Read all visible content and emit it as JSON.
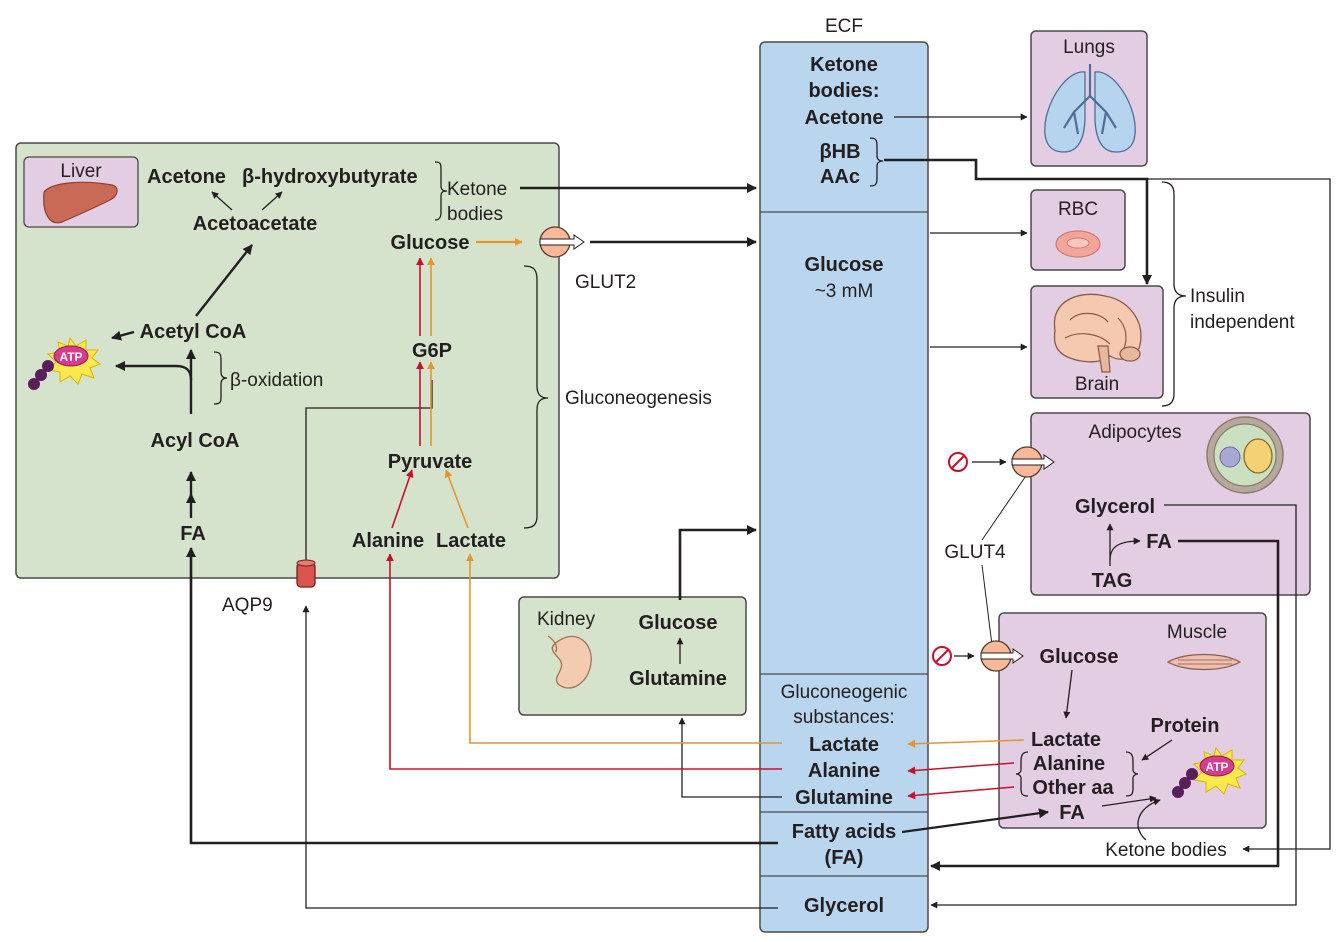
{
  "colors": {
    "green_panel": "#d6e3cc",
    "pink_panel": "#e3cde3",
    "ecf_blue": "#b9d6ee",
    "red_arrow": "#c8102e",
    "orange_arrow": "#e3962f",
    "atp_pink": "#d93a8e",
    "atp_yellow": "#fbe94b"
  },
  "ecf": {
    "title": "ECF",
    "ketone_header": "Ketone",
    "ketone_header2": "bodies:",
    "acetone": "Acetone",
    "bhb": "βHB",
    "aac": "AAc",
    "glucose": "Glucose",
    "glucose_conc": "~3 mM",
    "gluconeogenic1": "Gluconeogenic",
    "gluconeogenic2": "substances:",
    "lactate": "Lactate",
    "alanine": "Alanine",
    "glutamine": "Glutamine",
    "fatty_acids": "Fatty acids",
    "fa_abbr": "(FA)",
    "glycerol": "Glycerol"
  },
  "liver": {
    "label": "Liver",
    "acetone": "Acetone",
    "bhb": "β-hydroxybutyrate",
    "ketone_bodies1": "Ketone",
    "ketone_bodies2": "bodies",
    "acetoacetate": "Acetoacetate",
    "glucose": "Glucose",
    "glut2": "GLUT2",
    "acetyl_coa": "Acetyl CoA",
    "atp": "ATP",
    "beta_oxidation": "β-oxidation",
    "g6p": "G6P",
    "gluconeogenesis": "Gluconeogenesis",
    "acyl_coa": "Acyl CoA",
    "pyruvate": "Pyruvate",
    "fa": "FA",
    "alanine": "Alanine",
    "lactate": "Lactate",
    "aqp9": "AQP9"
  },
  "kidney": {
    "label": "Kidney",
    "glucose": "Glucose",
    "glutamine": "Glutamine"
  },
  "organs": {
    "lungs": "Lungs",
    "rbc": "RBC",
    "brain": "Brain",
    "insulin1": "Insulin",
    "insulin2": "independent"
  },
  "adipocytes": {
    "label": "Adipocytes",
    "glycerol": "Glycerol",
    "fa": "FA",
    "tag": "TAG",
    "glut4": "GLUT4"
  },
  "muscle": {
    "label": "Muscle",
    "glucose": "Glucose",
    "protein": "Protein",
    "lactate": "Lactate",
    "alanine": "Alanine",
    "other_aa": "Other aa",
    "fa": "FA",
    "atp": "ATP",
    "ketone_bodies": "Ketone bodies"
  }
}
